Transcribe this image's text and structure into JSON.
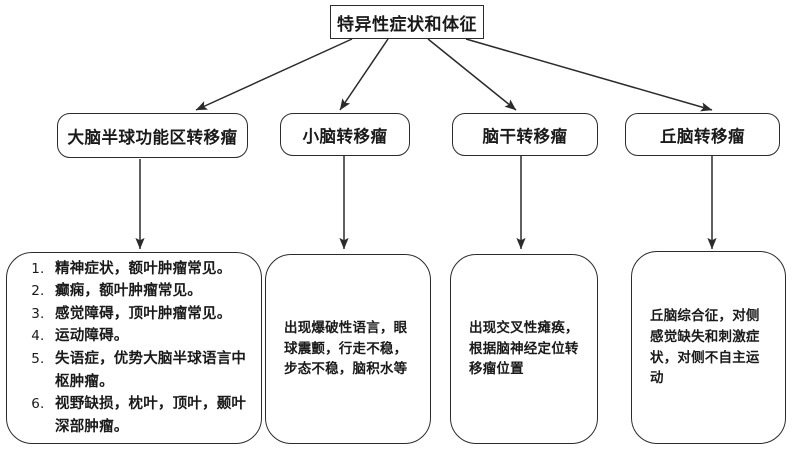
{
  "diagram": {
    "root": {
      "label": "特异性症状和体征"
    },
    "categories": [
      {
        "label": "大脑半球功能区转移瘤"
      },
      {
        "label": "小脑转移瘤"
      },
      {
        "label": "脑干转移瘤"
      },
      {
        "label": "丘脑转移瘤"
      }
    ],
    "details": [
      {
        "kind": "ordered-list",
        "items": [
          "精神症状，额叶肿瘤常见。",
          "癫痫，额叶肿瘤常见。",
          "感觉障碍，顶叶肿瘤常见。",
          "运动障碍。",
          "失语症，优势大脑半球语言中枢肿瘤。",
          "视野缺损，枕叶，顶叶，颞叶深部肿瘤。"
        ]
      },
      {
        "kind": "paragraph",
        "text": "出现爆破性语言，眼球震颤，行走不稳，步态不稳，脑积水等"
      },
      {
        "kind": "paragraph",
        "text": "出现交叉性瘫痪，根据脑神经定位转移瘤位置"
      },
      {
        "kind": "paragraph",
        "text": "丘脑综合征，对侧感觉缺失和刺激症状，对侧不自主运动"
      }
    ],
    "colors": {
      "stroke": "#2b2b2b",
      "text": "#1a1a1a",
      "background": "#ffffff"
    }
  }
}
